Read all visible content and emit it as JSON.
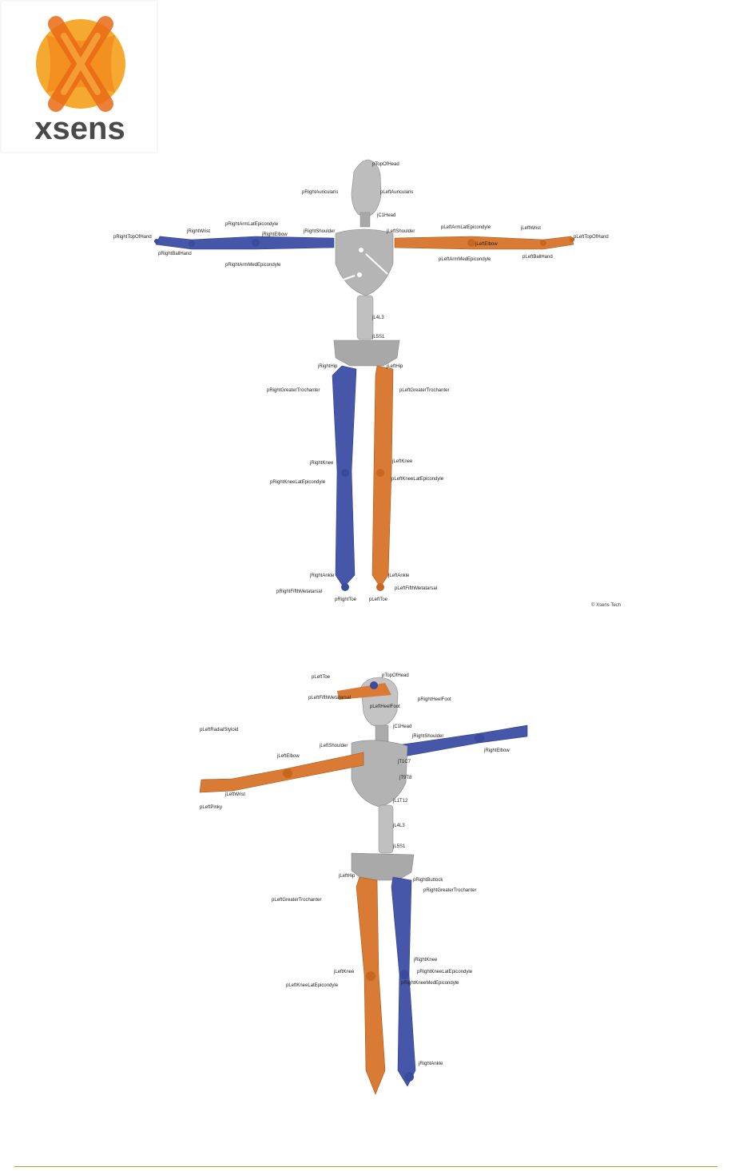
{
  "logo": {
    "text": "xsens"
  },
  "figure1": {
    "labels": {
      "top_of_head": "pTopOfHead",
      "right_auricularis": "pRightAuricularis",
      "left_auricularis": "pLeftAuricularis",
      "c1_head": "jC1Head",
      "right_top_of_hand": "pRightTopOfHand",
      "right_wrist": "jRightWrist",
      "right_ball_hand": "pRightBallHand",
      "right_arm_lat_epicondyle": "pRightArmLatEpicondyle",
      "right_elbow": "jRightElbow",
      "right_shoulder": "jRightShoulder",
      "right_arm_med_epicondyle": "pRightArmMedEpicondyle",
      "left_shoulder": "jLeftShoulder",
      "left_arm_lat_epicondyle": "pLeftArmLatEpicondyle",
      "left_elbow": "jLeftElbow",
      "left_arm_med_epicondyle": "pLeftArmMedEpicondyle",
      "left_wrist": "jLeftWrist",
      "left_top_of_hand": "pLeftTopOfHand",
      "left_ball_hand": "pLeftBallHand",
      "l4l3": "jL4L3",
      "l5s1": "jL5S1",
      "right_hip": "jRightHip",
      "left_hip": "jLeftHip",
      "right_greater_trochanter": "pRightGreaterTrochanter",
      "left_greater_trochanter": "pLeftGreaterTrochanter",
      "right_knee": "jRightKnee",
      "right_knee_lat_epicondyle": "pRightKneeLatEpicondyle",
      "left_knee": "jLeftKnee",
      "left_knee_lat_epicondyle": "pLeftKneeLatEpicondyle",
      "right_ankle": "jRightAnkle",
      "right_fifth_metatarsal": "pRightFifthMetatarsal",
      "right_toe": "pRightToe",
      "left_ankle": "jLeftAnkle",
      "left_fifth_metatarsal": "pLeftFifthMetatarsal",
      "left_toe": "pLeftToe"
    },
    "copyright": "© Xsens Tech"
  },
  "figure2": {
    "labels": {
      "top_of_head": "pTopOfHead",
      "c1_head": "jC1Head",
      "right_shoulder": "jRightShoulder",
      "right_elbow": "jRightElbow",
      "left_radial_styloid": "pLeftRadialStyloid",
      "left_shoulder": "jLeftShoulder",
      "left_elbow": "jLeftElbow",
      "left_wrist": "jLeftWrist",
      "left_pinky": "pLeftPinky",
      "t1c7": "jT1C7",
      "t9t8": "jT9T8",
      "l1t12": "jL1T12",
      "l4l3": "jL4L3",
      "l5s1": "jL5S1",
      "left_hip": "jLeftHip",
      "right_buttock": "pRightButtock",
      "right_greater_trochanter": "pRightGreaterTrochanter",
      "left_greater_trochanter": "pLeftGreaterTrochanter",
      "right_knee": "jRightKnee",
      "right_knee_lat_epicondyle": "pRightKneeLatEpicondyle",
      "right_knee_med_epicondyle": "pRightKneeMedEpicondyle",
      "left_knee": "jLeftKnee",
      "left_knee_lat_epicondyle": "pLeftKneeLatEpicondyle",
      "right_ankle": "jRightAnkle",
      "left_toe": "pLeftToe",
      "left_fifth_metatarsal": "pLeftFifthMetatarsal",
      "left_heel_foot": "pLeftHeelFoot",
      "right_heel_foot": "pRightHeelFoot"
    }
  },
  "colors": {
    "right_side": "#4656a8",
    "left_side": "#d97a35",
    "torso": "#a9a9a9",
    "logo_orange": "#f08a24",
    "logo_yellow": "#f7b733",
    "logo_text": "#4a4a4a",
    "footer_rule": "#b79a35"
  }
}
